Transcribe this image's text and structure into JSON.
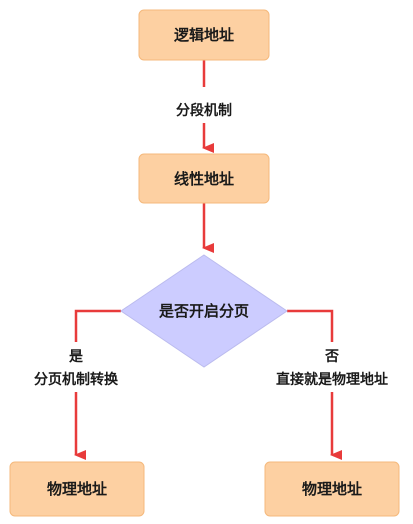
{
  "nodes": {
    "logical_address": "逻辑地址",
    "linear_address": "线性地址",
    "decision": "是否开启分页",
    "physical_address_left": "物理地址",
    "physical_address_right": "物理地址"
  },
  "edges": {
    "segmentation_label": "分段机制",
    "yes_label": "是",
    "yes_detail": "分页机制转换",
    "no_label": "否",
    "no_detail": "直接就是物理地址"
  },
  "colors": {
    "box_fill": "#fdd0a2",
    "diamond_fill": "#ccccff",
    "arrow": "#e83b3b"
  }
}
